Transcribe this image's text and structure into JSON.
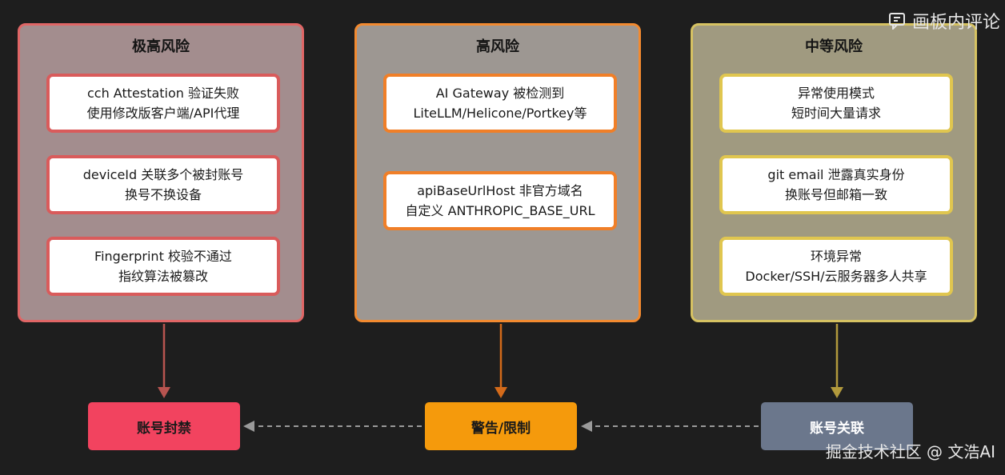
{
  "panels": [
    {
      "title": "极高风险",
      "border_color": "#e06666",
      "fill_color": "#a38d8e",
      "card_border_color": "#d95b5b",
      "cards": [
        {
          "line1": "cch Attestation 验证失败",
          "line2": "使用修改版客户端/API代理"
        },
        {
          "line1": "deviceId 关联多个被封账号",
          "line2": "换号不换设备"
        },
        {
          "line1": "Fingerprint 校验不通过",
          "line2": "指纹算法被篡改"
        }
      ]
    },
    {
      "title": "高风险",
      "border_color": "#f28a30",
      "fill_color": "#9d9792",
      "card_border_color": "#f07f28",
      "cards": [
        {
          "line1": "AI Gateway 被检测到",
          "line2": "LiteLLM/Helicone/Portkey等"
        },
        {
          "line1": "apiBaseUrlHost 非官方域名",
          "line2": "自定义 ANTHROPIC_BASE_URL"
        }
      ]
    },
    {
      "title": "中等风险",
      "border_color": "#d6c262",
      "fill_color": "#a09a80",
      "card_border_color": "#e0c64f",
      "cards": [
        {
          "line1": "异常使用模式",
          "line2": "短时间大量请求"
        },
        {
          "line1": "git email 泄露真实身份",
          "line2": "换账号但邮箱一致"
        },
        {
          "line1": "环境异常",
          "line2": "Docker/SSH/云服务器多人共享"
        }
      ]
    }
  ],
  "results": [
    {
      "label": "账号封禁",
      "bg": "#f2435f",
      "fg": "#1a1a1a"
    },
    {
      "label": "警告/限制",
      "bg": "#f59a0c",
      "fg": "#1a1a1a"
    },
    {
      "label": "账号关联",
      "bg": "#6b778c",
      "fg": "#ffffff"
    }
  ],
  "arrow_colors": [
    "#b85450",
    "#d36a1a",
    "#b29a3c"
  ],
  "dashed_arrow_color": "#9a9a9a",
  "watermark_top": "画板内评论",
  "watermark_bottom": "掘金技术社区 @ 文浩AI"
}
